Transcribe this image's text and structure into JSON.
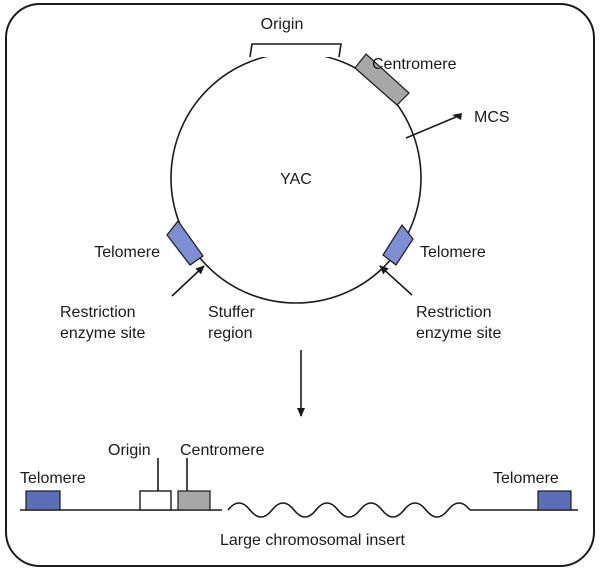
{
  "colors": {
    "frame": "#1a1a1a",
    "telomere": "#5b6fb8",
    "centromere": "#a7a7a7",
    "origin": "#ffffff"
  },
  "circular": {
    "label_yac": "YAC",
    "label_origin": "Origin",
    "label_centromere": "Centromere",
    "label_mcs": "MCS",
    "label_telomere_left": "Telomere",
    "label_telomere_right": "Telomere",
    "label_restriction_left_1": "Restriction",
    "label_restriction_left_2": "enzyme site",
    "label_stuffer_1": "Stuffer",
    "label_stuffer_2": "region",
    "label_restriction_right_1": "Restriction",
    "label_restriction_right_2": "enzyme site"
  },
  "linear": {
    "label_telomere_left": "Telomere",
    "label_origin": "Origin",
    "label_centromere": "Centromere",
    "label_telomere_right": "Telomere",
    "label_insert": "Large chromosomal insert"
  }
}
